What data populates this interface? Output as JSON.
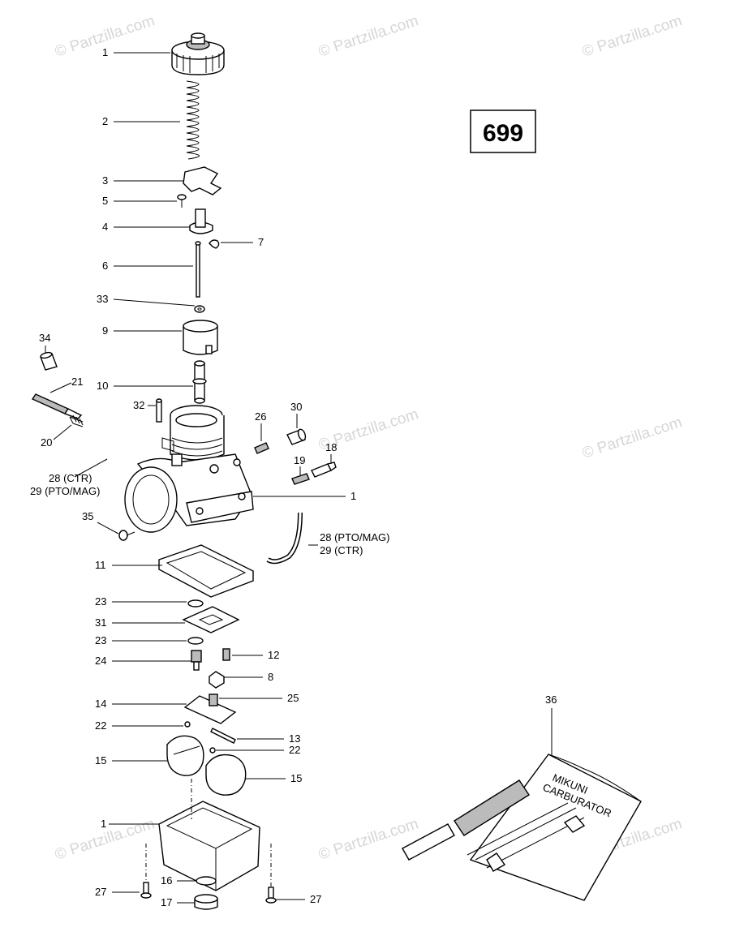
{
  "reference_number": "699",
  "watermark_text": "© Partzilla.com",
  "callouts": {
    "c1_cap": "1",
    "c2": "2",
    "c3": "3",
    "c5": "5",
    "c4": "4",
    "c7": "7",
    "c6": "6",
    "c33": "33",
    "c9": "9",
    "c34": "34",
    "c21": "21",
    "c10": "10",
    "c32": "32",
    "c26": "26",
    "c30": "30",
    "c20": "20",
    "c18": "18",
    "c19": "19",
    "c28_ctr": "28 (CTR)",
    "c29_ptomag": "29 (PTO/MAG)",
    "c1_body": "1",
    "c35": "35",
    "c28_ptomag": "28 (PTO/MAG)",
    "c29_ctr": "29 (CTR)",
    "c11": "11",
    "c23a": "23",
    "c31": "31",
    "c23b": "23",
    "c24": "24",
    "c12": "12",
    "c8": "8",
    "c14": "14",
    "c25": "25",
    "c22a": "22",
    "c13": "13",
    "c22b": "22",
    "c15a": "15",
    "c15b": "15",
    "c36": "36",
    "c1_bowl": "1",
    "c16": "16",
    "c27a": "27",
    "c17": "17",
    "c27b": "27"
  },
  "tool_kit_text": {
    "line1": "MIKUNI",
    "line2": "CARBURATOR"
  }
}
